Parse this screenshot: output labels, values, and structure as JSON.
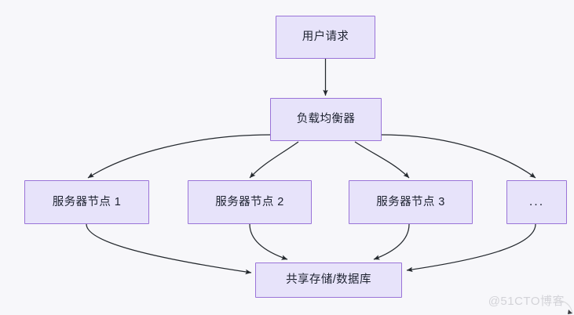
{
  "diagram": {
    "type": "flowchart",
    "direction": "top-to-bottom",
    "background_color": "#f7f7fa",
    "node_fill_color": "#e7e3fa",
    "node_border_color": "#9a73d8",
    "edge_color": "#24292e",
    "text_color": "#1d2230",
    "nodes": [
      {
        "id": "user-request",
        "label": "用户请求"
      },
      {
        "id": "load-balancer",
        "label": "负载均衡器"
      },
      {
        "id": "server-1",
        "label": "服务器节点 1"
      },
      {
        "id": "server-2",
        "label": "服务器节点 2"
      },
      {
        "id": "server-3",
        "label": "服务器节点 3"
      },
      {
        "id": "server-more",
        "label": "..."
      },
      {
        "id": "shared-storage",
        "label": "共享存储/数据库"
      }
    ],
    "edges": [
      {
        "from": "user-request",
        "to": "load-balancer",
        "style": "straight"
      },
      {
        "from": "load-balancer",
        "to": "server-1",
        "style": "curved"
      },
      {
        "from": "load-balancer",
        "to": "server-2",
        "style": "curved"
      },
      {
        "from": "load-balancer",
        "to": "server-3",
        "style": "curved"
      },
      {
        "from": "load-balancer",
        "to": "server-more",
        "style": "curved"
      },
      {
        "from": "server-1",
        "to": "shared-storage",
        "style": "curved"
      },
      {
        "from": "server-2",
        "to": "shared-storage",
        "style": "curved"
      },
      {
        "from": "server-3",
        "to": "shared-storage",
        "style": "curved"
      },
      {
        "from": "server-more",
        "to": "shared-storage",
        "style": "curved"
      }
    ]
  },
  "watermark": {
    "text": "@51CTO博客"
  }
}
